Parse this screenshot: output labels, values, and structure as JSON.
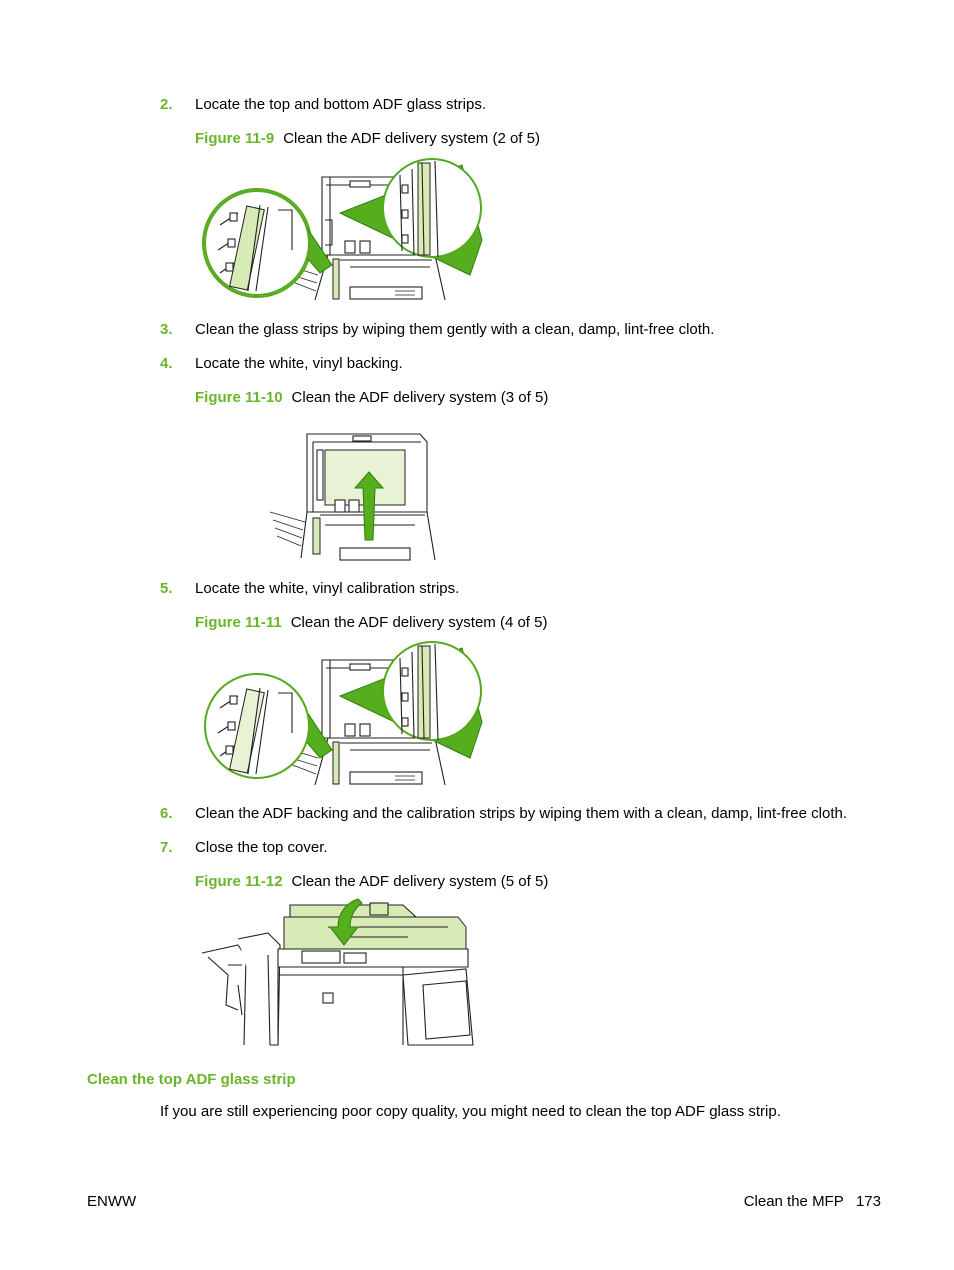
{
  "steps": [
    {
      "num": "2.",
      "text": "Locate the top and bottom ADF glass strips."
    },
    {
      "num": "3.",
      "text": "Clean the glass strips by wiping them gently with a clean, damp, lint-free cloth."
    },
    {
      "num": "4.",
      "text": "Locate the white, vinyl backing."
    },
    {
      "num": "5.",
      "text": "Locate the white, vinyl calibration strips."
    },
    {
      "num": "6.",
      "text": "Clean the ADF backing and the calibration strips by wiping them with a clean, damp, lint-free cloth."
    },
    {
      "num": "7.",
      "text": "Close the top cover."
    }
  ],
  "figures": [
    {
      "label": "Figure 11-9",
      "caption": "Clean the ADF delivery system (2 of 5)"
    },
    {
      "label": "Figure 11-10",
      "caption": "Clean the ADF delivery system (3 of 5)"
    },
    {
      "label": "Figure 11-11",
      "caption": "Clean the ADF delivery system (4 of 5)"
    },
    {
      "label": "Figure 11-12",
      "caption": "Clean the ADF delivery system (5 of 5)"
    }
  ],
  "section": {
    "heading": "Clean the top ADF glass strip"
  },
  "body": {
    "paragraph": "If you are still experiencing poor copy quality, you might need to clean the top ADF glass strip."
  },
  "footer": {
    "left": "ENWW",
    "right": "Clean the MFP   173"
  },
  "colors": {
    "accent": "#6bb52c",
    "arrow": "#56ad1e",
    "highlight": "#d8ebb6"
  }
}
